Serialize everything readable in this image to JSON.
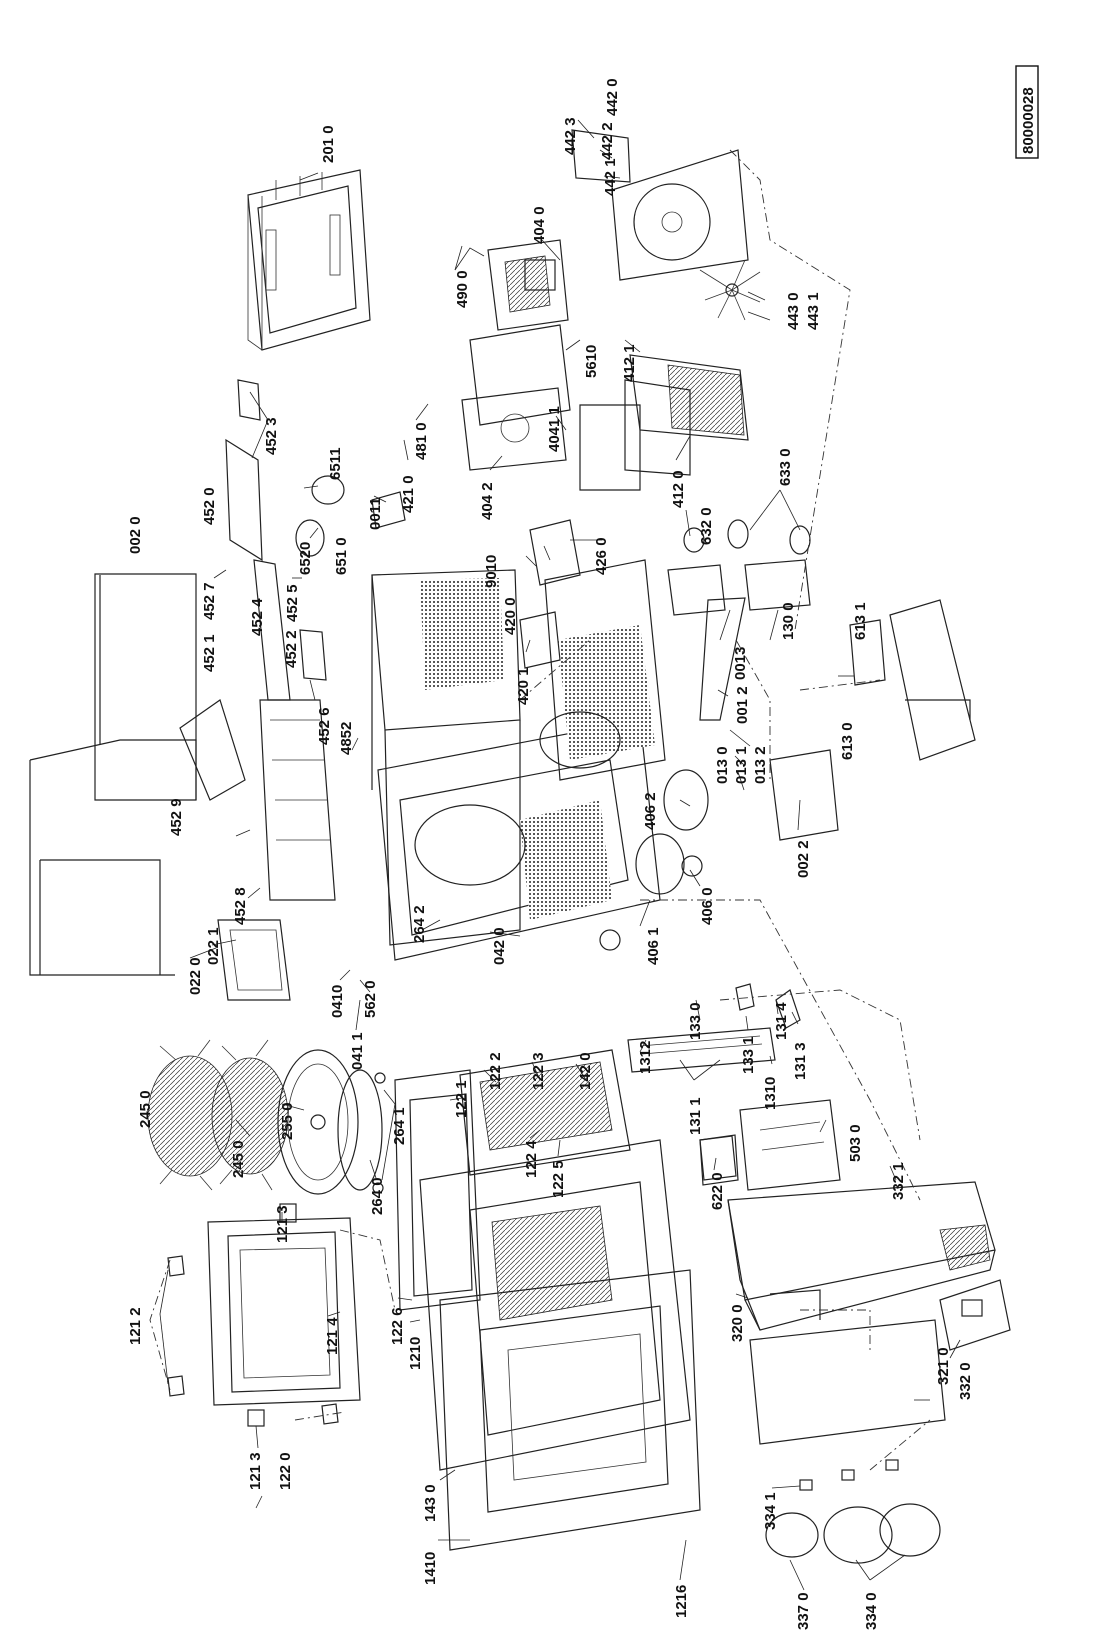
{
  "diagram": {
    "doc_code": "80000028",
    "callouts": [
      {
        "id": "c2010",
        "text": "201 0"
      },
      {
        "id": "c4423",
        "text": "442 3"
      },
      {
        "id": "c4422",
        "text": "442 2"
      },
      {
        "id": "c4421",
        "text": "442 1"
      },
      {
        "id": "c4420",
        "text": "442 0"
      },
      {
        "id": "c4040",
        "text": "404 0"
      },
      {
        "id": "c4900",
        "text": "490 0"
      },
      {
        "id": "c4430",
        "text": "443 0"
      },
      {
        "id": "c4431",
        "text": "443 1"
      },
      {
        "id": "c5610",
        "text": "5610"
      },
      {
        "id": "c4121",
        "text": "412 1"
      },
      {
        "id": "c4041",
        "text": "4041 1"
      },
      {
        "id": "c4810",
        "text": "481 0"
      },
      {
        "id": "c4210",
        "text": "421 0"
      },
      {
        "id": "c4042",
        "text": "404 2"
      },
      {
        "id": "c4120",
        "text": "412 0"
      },
      {
        "id": "c6330",
        "text": "633 0"
      },
      {
        "id": "c0020",
        "text": "002 0"
      },
      {
        "id": "c4520",
        "text": "452 0"
      },
      {
        "id": "c4523",
        "text": "452 3"
      },
      {
        "id": "c6511",
        "text": "6511"
      },
      {
        "id": "c0011",
        "text": "0011"
      },
      {
        "id": "c6320",
        "text": "632 0"
      },
      {
        "id": "c4260",
        "text": "426 0"
      },
      {
        "id": "c4527",
        "text": "452 7"
      },
      {
        "id": "c4521",
        "text": "452 1"
      },
      {
        "id": "c4524",
        "text": "452 4"
      },
      {
        "id": "c4525",
        "text": "452 5"
      },
      {
        "id": "c4522",
        "text": "452 2"
      },
      {
        "id": "c6520",
        "text": "6520"
      },
      {
        "id": "c6510",
        "text": "651 0"
      },
      {
        "id": "c9010",
        "text": "9010"
      },
      {
        "id": "c4200",
        "text": "420 0"
      },
      {
        "id": "c0013",
        "text": "0013"
      },
      {
        "id": "c1300",
        "text": "130 0"
      },
      {
        "id": "c6131",
        "text": "613 1"
      },
      {
        "id": "c4526",
        "text": "452 6"
      },
      {
        "id": "c4201",
        "text": "420 1"
      },
      {
        "id": "c0012",
        "text": "001 2"
      },
      {
        "id": "c4852",
        "text": "4852"
      },
      {
        "id": "c6130",
        "text": "613 0"
      },
      {
        "id": "c0130",
        "text": "013 0"
      },
      {
        "id": "c0131",
        "text": "013 1"
      },
      {
        "id": "c0132",
        "text": "013 2"
      },
      {
        "id": "c4529",
        "text": "452 9"
      },
      {
        "id": "c4062",
        "text": "406 2"
      },
      {
        "id": "c0022",
        "text": "002 2"
      },
      {
        "id": "c4528",
        "text": "452 8"
      },
      {
        "id": "c2642",
        "text": "264 2"
      },
      {
        "id": "c4060",
        "text": "406 0"
      },
      {
        "id": "c4061",
        "text": "406 1"
      },
      {
        "id": "c0221",
        "text": "022 1"
      },
      {
        "id": "c0220",
        "text": "022 0"
      },
      {
        "id": "c0420",
        "text": "042 0"
      },
      {
        "id": "c0410",
        "text": "0410"
      },
      {
        "id": "c5620",
        "text": "562 0"
      },
      {
        "id": "c0411",
        "text": "041 1"
      },
      {
        "id": "c1330",
        "text": "133 0"
      },
      {
        "id": "c1314",
        "text": "131 4"
      },
      {
        "id": "c1312",
        "text": "1312"
      },
      {
        "id": "c1331",
        "text": "133 1"
      },
      {
        "id": "c1313",
        "text": "131 3"
      },
      {
        "id": "c1311",
        "text": "131 1"
      },
      {
        "id": "c1310",
        "text": "1310"
      },
      {
        "id": "c2450a",
        "text": "245 0"
      },
      {
        "id": "c2450b",
        "text": "245 0"
      },
      {
        "id": "c2550",
        "text": "255 0"
      },
      {
        "id": "c2641",
        "text": "264 1"
      },
      {
        "id": "c2640",
        "text": "264 0"
      },
      {
        "id": "c1221",
        "text": "122 1"
      },
      {
        "id": "c1222",
        "text": "122 2"
      },
      {
        "id": "c1223",
        "text": "122 3"
      },
      {
        "id": "c1420",
        "text": "142 0"
      },
      {
        "id": "c1224",
        "text": "122 4"
      },
      {
        "id": "c1225",
        "text": "122 5"
      },
      {
        "id": "c5030",
        "text": "503 0"
      },
      {
        "id": "c3321",
        "text": "332 1"
      },
      {
        "id": "c6220",
        "text": "622 0"
      },
      {
        "id": "c1213a",
        "text": "121 3"
      },
      {
        "id": "c1212",
        "text": "121 2"
      },
      {
        "id": "c1214",
        "text": "121 4"
      },
      {
        "id": "c1226",
        "text": "122 6"
      },
      {
        "id": "c1210",
        "text": "1210"
      },
      {
        "id": "c3200",
        "text": "320 0"
      },
      {
        "id": "c3210",
        "text": "321 0"
      },
      {
        "id": "c3320",
        "text": "332 0"
      },
      {
        "id": "c1213b",
        "text": "121 3"
      },
      {
        "id": "c1220",
        "text": "122 0"
      },
      {
        "id": "c1430",
        "text": "143 0"
      },
      {
        "id": "c1410",
        "text": "1410"
      },
      {
        "id": "c1216",
        "text": "1216"
      },
      {
        "id": "c3341",
        "text": "334 1"
      },
      {
        "id": "c3370",
        "text": "337 0"
      },
      {
        "id": "c3340",
        "text": "334 0"
      }
    ]
  }
}
